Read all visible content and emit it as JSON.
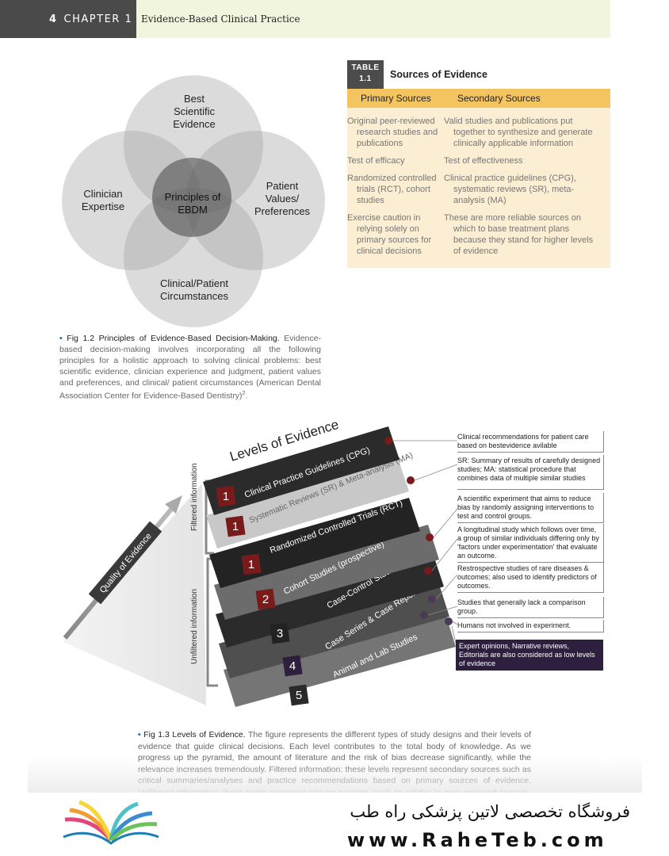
{
  "header": {
    "page_number": "4",
    "chapter": "CHAPTER 1",
    "title": "Evidence-Based Clinical Practice"
  },
  "venn": {
    "top": "Best\nScientific\nEvidence",
    "left": "Clinician\nExpertise",
    "right": "Patient\nValues/\nPreferences",
    "bottom": "Clinical/Patient\nCircumstances",
    "center": "Principles of\nEBDM"
  },
  "fig12": {
    "label": "Fig 1.2",
    "title": "Principles of Evidence-Based Decision-Making.",
    "text": "Evidence-based decision-making involves incorporating all the following principles for a holistic approach to solving clinical problems: best scientific evidence, clinician experience and judgment, patient values and preferences, and clinical/ patient circumstances (American Dental Association Center for Evidence-Based Dentistry)",
    "sup": "2",
    "end": "."
  },
  "table": {
    "badge_top": "TABLE",
    "badge_num": "1.1",
    "title": "Sources of Evidence",
    "col1": "Primary Sources",
    "col2": "Secondary Sources",
    "rows": [
      {
        "a": "Original peer-reviewed research studies and publications",
        "b": "Valid studies and publications put together to synthesize and generate clinically applicable information"
      },
      {
        "a": "Test of efficacy",
        "b": "Test of effectiveness"
      },
      {
        "a": "Randomized controlled trials (RCT), cohort studies",
        "b": "Clinical practice guidelines (CPG), systematic reviews (SR), meta-analysis (MA)"
      },
      {
        "a": "Exercise caution in relying solely on primary sources for clinical decisions",
        "b": "These are more reliable sources on which to base treatment plans because they stand for higher levels of evidence"
      }
    ]
  },
  "pyramid": {
    "title": "Levels of Evidence",
    "quality": "Quality of Evidence",
    "filtered": "Filtered information",
    "unfiltered": "Unfiltered information",
    "levels": [
      {
        "num": "1",
        "label": "Clinical Practice Guidelines (CPG)"
      },
      {
        "num": "1",
        "label": "Systematic Reviews (SR) & Meta-analysis (MA)"
      },
      {
        "num": "1",
        "label": "Randomized Controlled Trials (RCT)"
      },
      {
        "num": "2",
        "label": "Cohort Studies (prospective)"
      },
      {
        "num": "3",
        "label": "Case-Control Studies"
      },
      {
        "num": "4",
        "label": "Case Series & Case Reports"
      },
      {
        "num": "5",
        "label": "Animal and Lab Studies"
      }
    ],
    "notes": [
      "Clinical recommendations for patient care based on bestevidence avilable",
      "SR: Summary of results of carefully designed studies; MA: statistical procedure that combines data of multiple similar studies",
      "A scientific experiment that aims to reduce bias by randomly assigning interventions to test and control groups.",
      "A longitudinal study which follows over time, a group of similar individuals differing only by 'factors under experimentation' that evaluate an outcome.",
      "Restrospective studies of rare diseases & outcomes; also used to identify predictors of outcomes.",
      "Studies that generally lack a comparison group.",
      "Humans not involved in experiment.",
      "Expert opinions, Narrative reviews, Editorials are also considered as low levels of evidence"
    ]
  },
  "fig13": {
    "label": "Fig 1.3",
    "title": "Levels of Evidence.",
    "text": "The figure represents the different types of study designs and their levels of evidence that guide clinical decisions. Each level contributes to the total body of knowledge. As we progress up the pyramid, the amount of literature and the risk of bias decrease significantly, while the relevance increases tremendously. Filtered information: these levels represent secondary sources such as critical summaries/analyses and practice recommendations based on primary sources of evidence. Unfiltered information: these levels represent primary sources, such as articles in peer-reviewed journals, that show"
  },
  "footer": {
    "persian": "فروشگاه تخصصی لاتین پزشکی  راه طب",
    "url": "www.RaheTeb.com"
  },
  "colors": {
    "accent_orange": "#f4c460",
    "table_bg": "#fbeed3",
    "badge_red": "#7a1b1b",
    "header_green": "#f1f5dd",
    "note_purple": "#2d1f3d"
  }
}
